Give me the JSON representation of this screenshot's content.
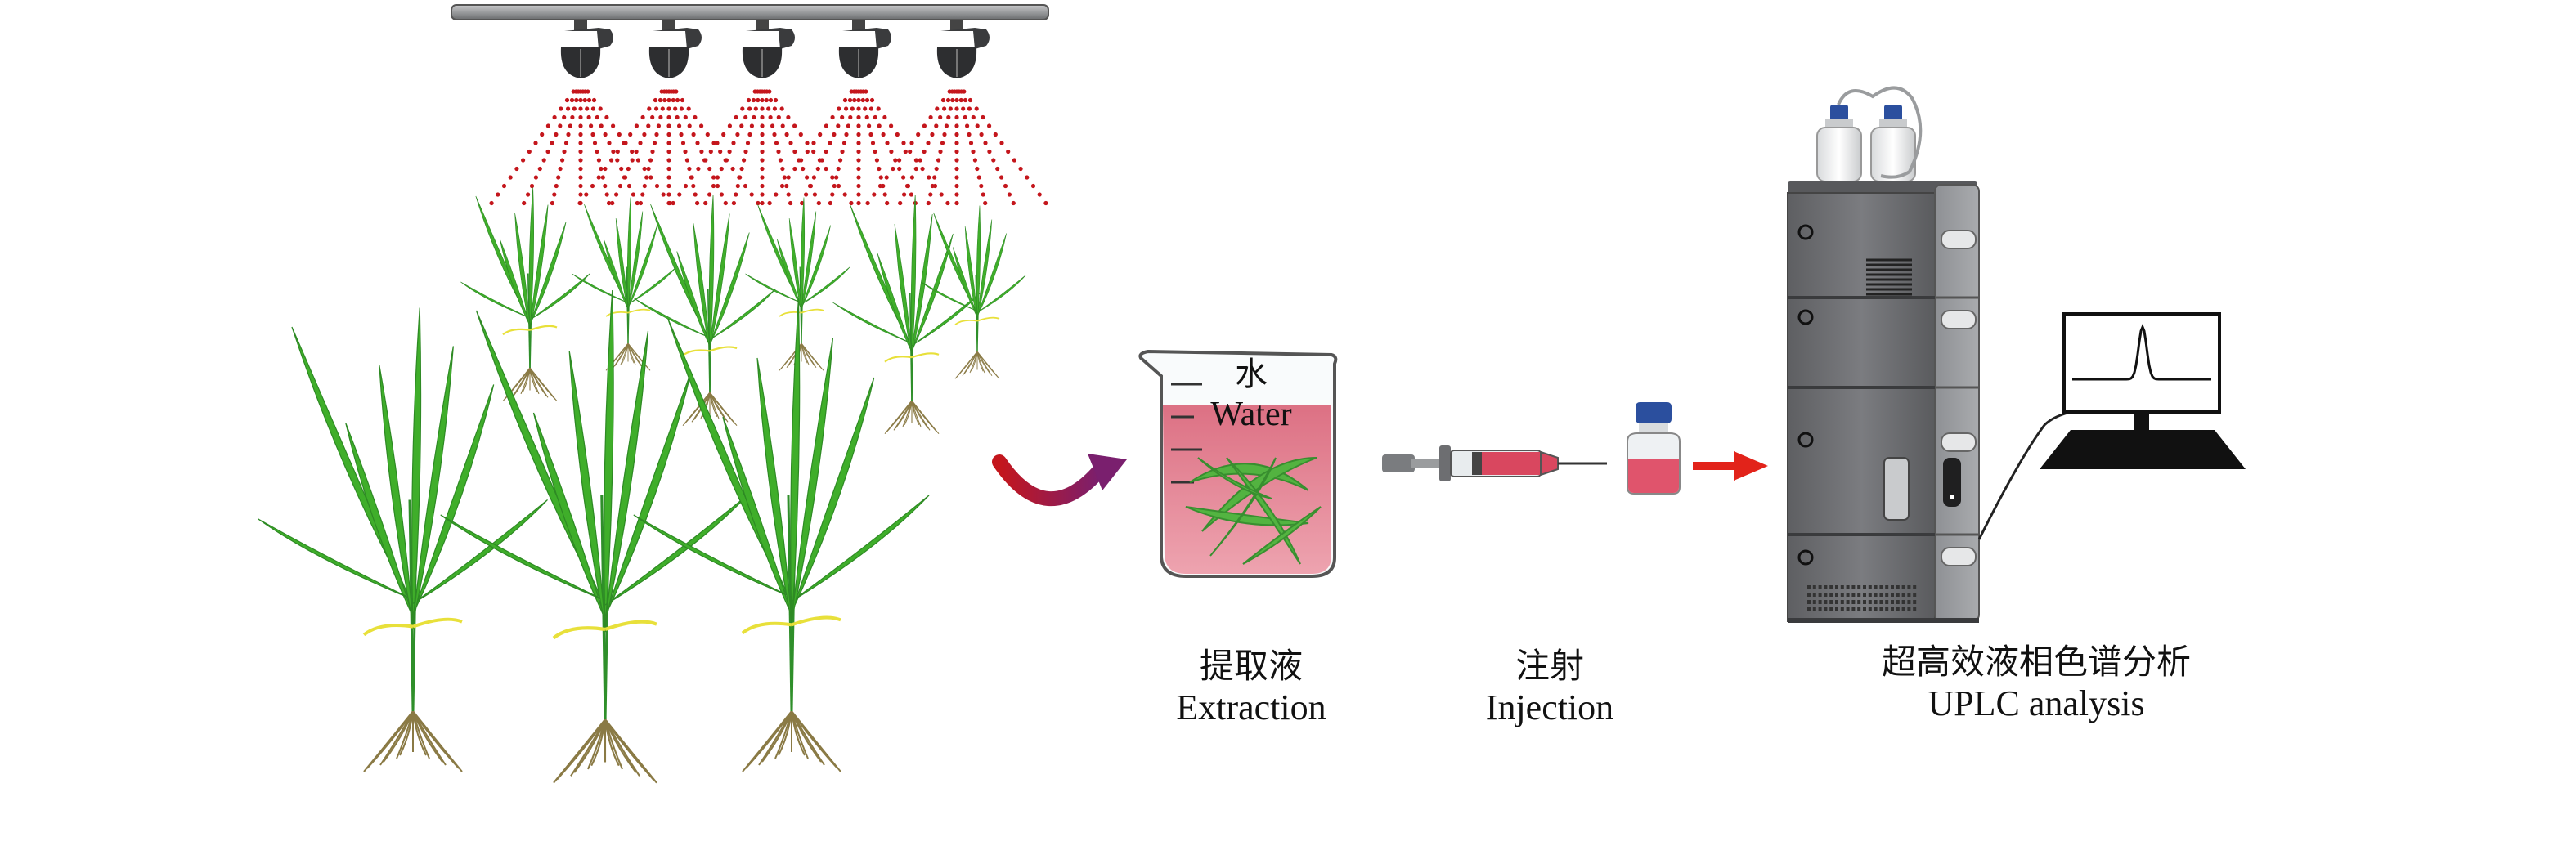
{
  "beaker": {
    "label_zh": "水",
    "label_en": "Water"
  },
  "steps": [
    {
      "label_zh": "提取液",
      "label_en": "Extraction"
    },
    {
      "label_zh": "注射",
      "label_en": "Injection"
    },
    {
      "label_zh": "超高效液相色谱分析",
      "label_en": "UPLC analysis"
    }
  ],
  "colors": {
    "plant_green": "#3fae2a",
    "spray_red": "#c4161c",
    "liquid_pink": "#e0546c",
    "instrument_gray": "#6d6e71",
    "arrow_red": "#e2231a",
    "pipe_gray": "#8a8c8e"
  },
  "icons": [
    "sprinkler-icon",
    "rice-plant-icon",
    "beaker-icon",
    "syringe-icon",
    "vial-icon",
    "uplc-instrument-icon",
    "monitor-icon"
  ]
}
